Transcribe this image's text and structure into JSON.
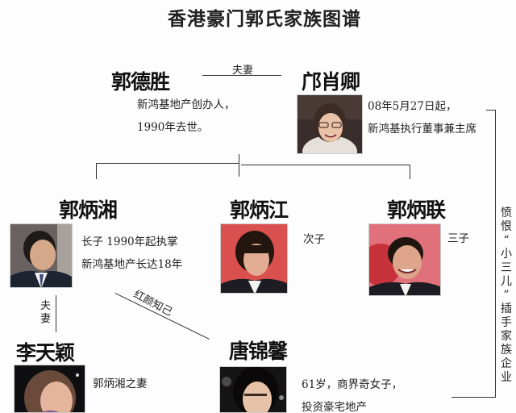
{
  "title": "香港豪门郭氏家族图谱",
  "colors": {
    "background": "#fdfdfd",
    "line": "#333333",
    "text": "#111111"
  },
  "people": {
    "father": {
      "name": "郭德胜",
      "desc": [
        "新鸿基地产创办人，",
        "1990年去世。"
      ]
    },
    "mother": {
      "name": "邝肖卿",
      "desc": [
        "08年5月27日起，",
        "新鸿基执行董事兼主席"
      ],
      "photo": "portrait-elderly-woman"
    },
    "son1": {
      "name": "郭炳湘",
      "desc": [
        "长子  1990年起执掌",
        "新鸿基地产长达18年"
      ],
      "photo": "portrait-man-dark-bg"
    },
    "son2": {
      "name": "郭炳江",
      "desc": [
        "次子"
      ],
      "photo": "portrait-man-red-bg"
    },
    "son3": {
      "name": "郭炳联",
      "desc": [
        "三子"
      ],
      "photo": "portrait-smiling-man-red-bg"
    },
    "wife1": {
      "name": "李天颖",
      "desc": [
        "郭炳湘之妻"
      ],
      "photo": "portrait-woman-night"
    },
    "confidante": {
      "name": "唐锦馨",
      "desc": [
        "61岁，商界奇女子，",
        "投资豪宅地产"
      ],
      "photo": "portrait-woman-glasses"
    }
  },
  "relations": {
    "parents": "夫妻",
    "son1_wife": "夫妻",
    "son1_confidante": "红颜知己",
    "side_note": [
      "愤",
      "恨",
      "“",
      "小",
      "三",
      "儿",
      "”",
      "插",
      "手",
      "家",
      "族",
      "企",
      "业"
    ]
  }
}
